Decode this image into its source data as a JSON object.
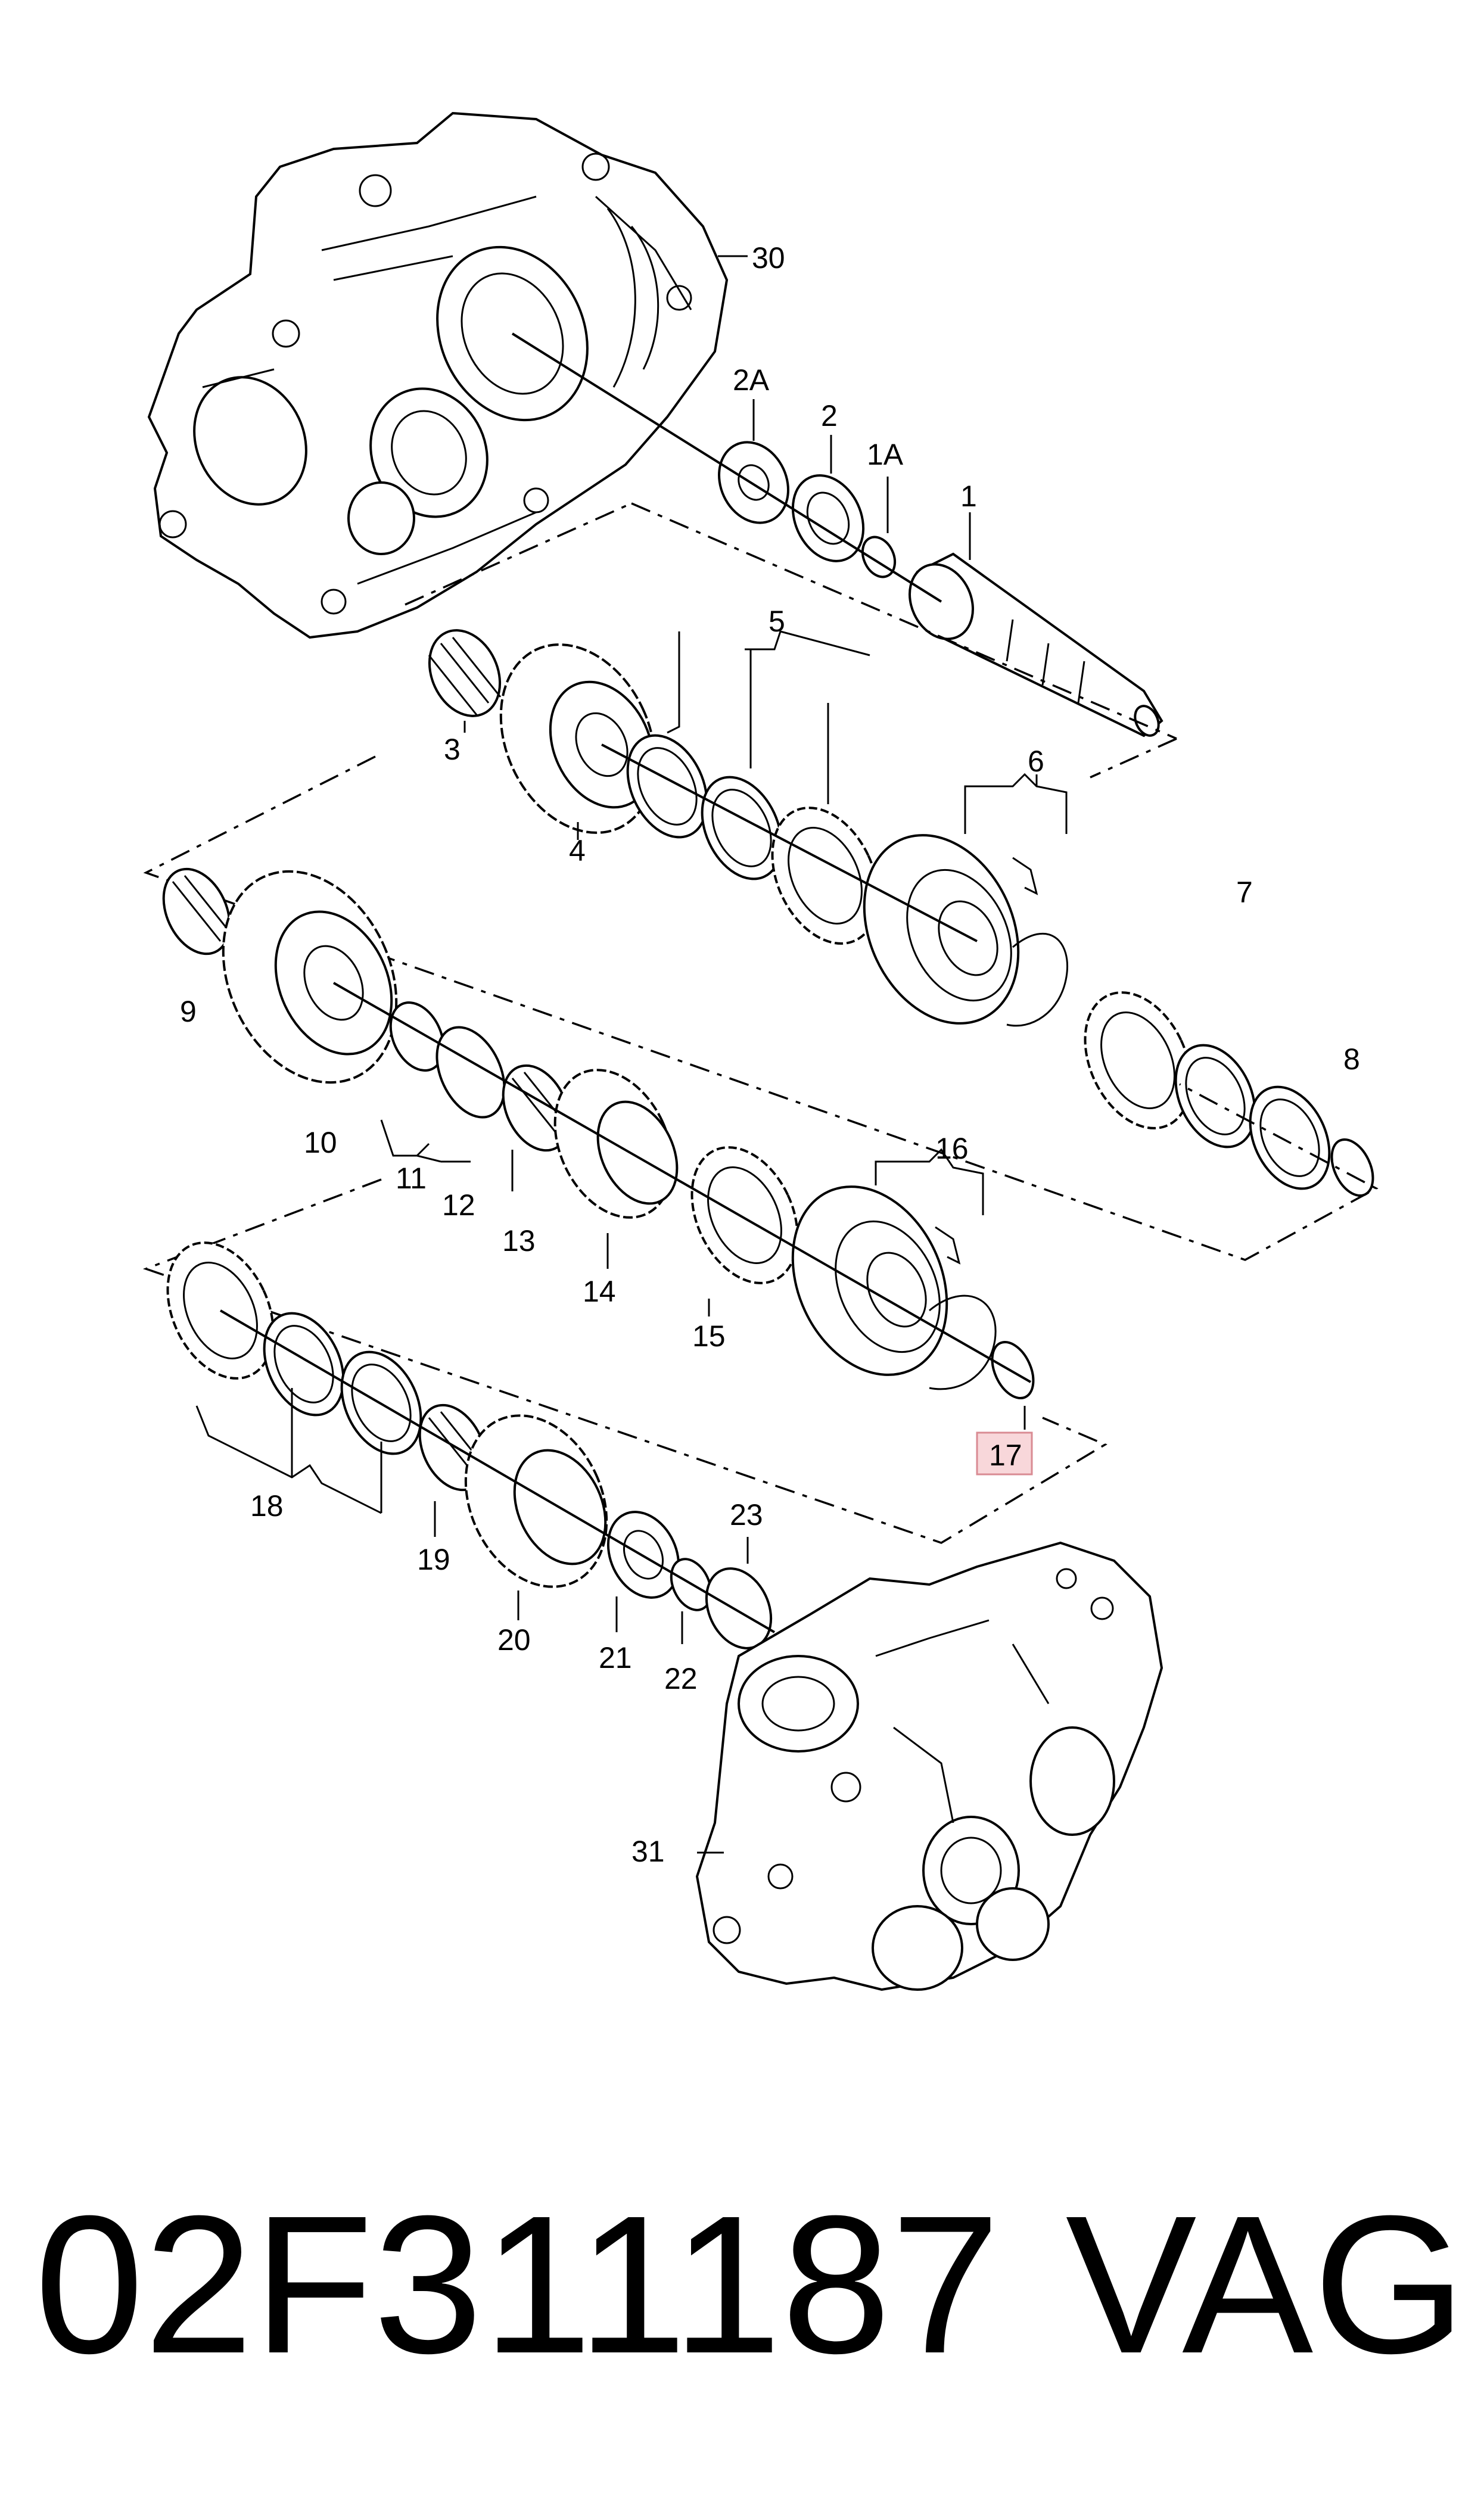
{
  "callouts": {
    "c30": "30",
    "c2A": "2A",
    "c2": "2",
    "c1A": "1A",
    "c1": "1",
    "c5": "5",
    "c3": "3",
    "c4": "4",
    "c6": "6",
    "c7": "7",
    "c8": "8",
    "c9": "9",
    "c10": "10",
    "c11": "11",
    "c12": "12",
    "c13": "13",
    "c14": "14",
    "c15": "15",
    "c16": "16",
    "c17": "17",
    "c18": "18",
    "c19": "19",
    "c20": "20",
    "c21": "21",
    "c22": "22",
    "c23": "23",
    "c31": "31"
  },
  "highlighted_callout": "17",
  "highlight_color": "#f8d7da",
  "part_number": "02F311187",
  "brand": "VAG"
}
